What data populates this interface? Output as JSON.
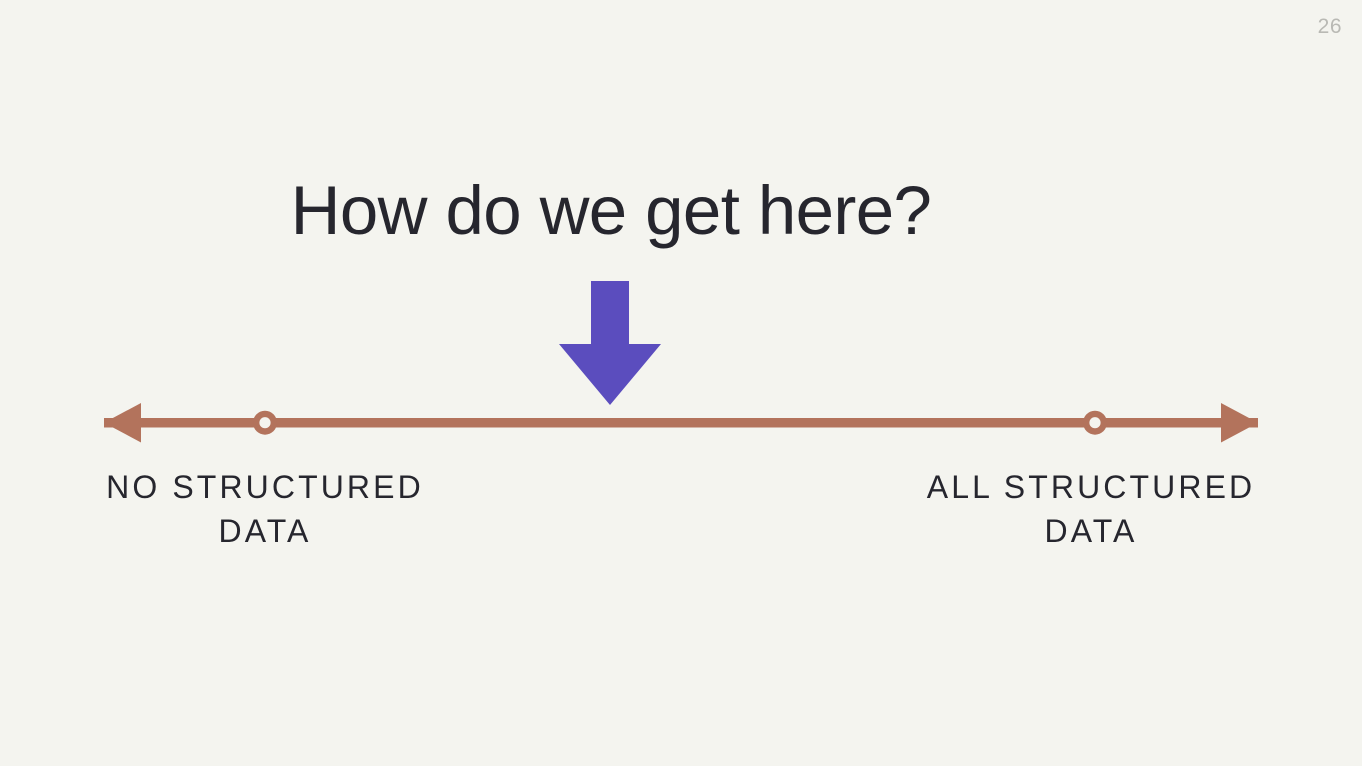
{
  "slide": {
    "page_number": "26",
    "title": "How do we get here?",
    "background_color": "#f4f4ef",
    "title_color": "#26262e",
    "page_number_color": "#b9b9b4"
  },
  "diagram": {
    "type": "spectrum-axis",
    "axis_color": "#b3735c",
    "marker_fill_color": "#f4f4ef",
    "arrow_color": "#5b4dbe",
    "down_arrow_name": "purple-down-arrow",
    "left_arrowhead_name": "axis-arrowhead-left",
    "right_arrowhead_name": "axis-arrowhead-right",
    "endpoints": [
      {
        "id": "no-structured-data",
        "line1": "NO STRUCTURED",
        "line2": "DATA",
        "marker_position_pct": 14.4
      },
      {
        "id": "all-structured-data",
        "line1": "ALL STRUCTURED",
        "line2": "DATA",
        "marker_position_pct": 85.4
      }
    ]
  }
}
